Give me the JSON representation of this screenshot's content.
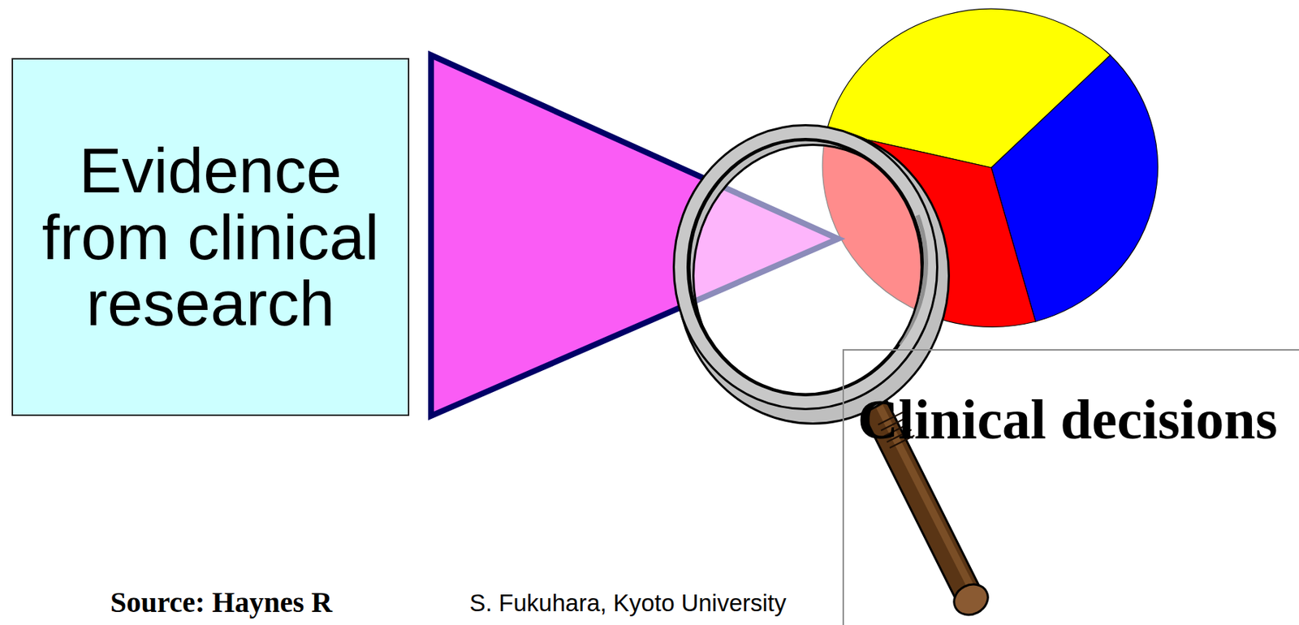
{
  "diagram": {
    "nodes": [
      {
        "text": [
          "Evidence from clinical research"
        ]
      },
      {
        "text": [
          "Clinical decisions"
        ]
      }
    ],
    "labels": [
      "Source: Haynes R",
      "S. Fukuhara, Kyoto University"
    ]
  }
}
